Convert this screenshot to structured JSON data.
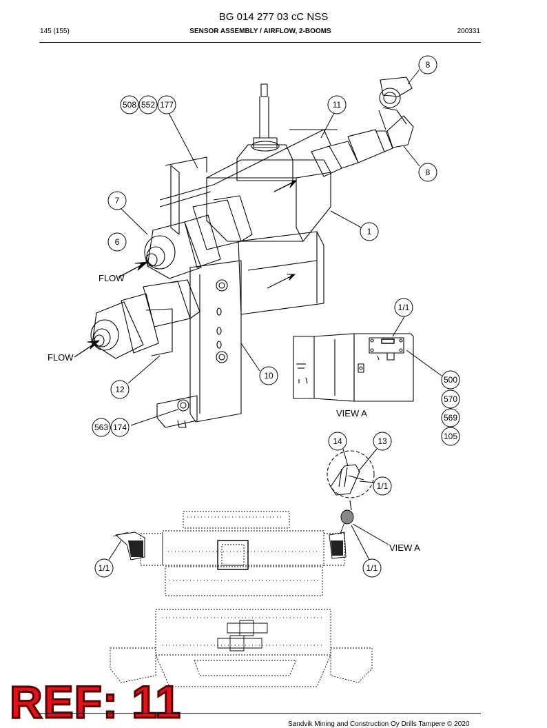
{
  "header": {
    "doc_code": "BG 014 277 03 cC NSS",
    "page": "145 (155)",
    "section_title": "SENSOR ASSEMBLY / AIRFLOW, 2-BOOMS",
    "date_code": "200331"
  },
  "callouts": {
    "c508": "508",
    "c552": "552",
    "c177": "177",
    "c11": "11",
    "c8a": "8",
    "c8b": "8",
    "c7": "7",
    "c6": "6",
    "c1": "1",
    "c11_view": "1/1",
    "c10": "10",
    "c12": "12",
    "c500": "500",
    "c570": "570",
    "c569": "569",
    "c105": "105",
    "c563": "563",
    "c174": "174",
    "c14": "14",
    "c13": "13",
    "c11_detail": "1/1",
    "c11_left": "1/1",
    "c11_right": "1/1"
  },
  "labels": {
    "flow_upper": "FLOW",
    "flow_lower": "FLOW",
    "view_a_caption": "VIEW A",
    "view_a_pointer": "VIEW A"
  },
  "stamp": "REF: 11",
  "footer": {
    "copyright": "Sandvik Mining and Construction Oy Drills Tampere © 2020"
  }
}
